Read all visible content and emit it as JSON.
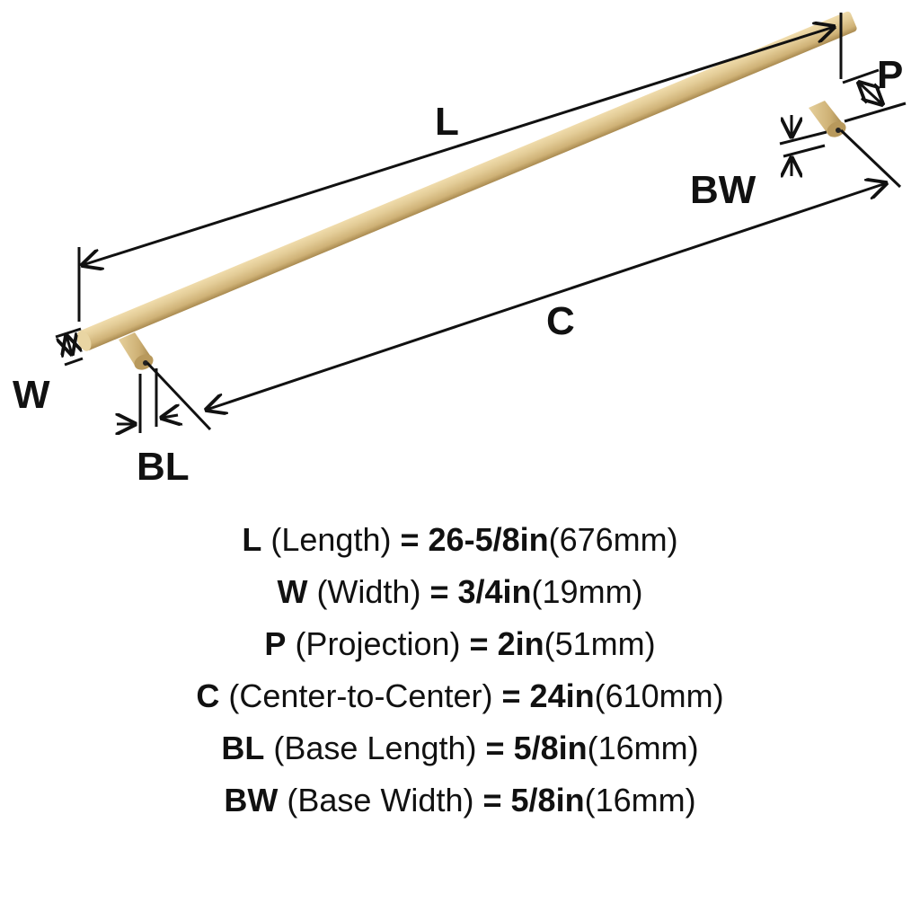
{
  "colors": {
    "bar_light": "#e3cc97",
    "bar_mid": "#cfb277",
    "bar_dark": "#a98a50",
    "line": "#111111",
    "background": "#ffffff"
  },
  "diagram": {
    "labels": {
      "L": "L",
      "P": "P",
      "BW": "BW",
      "C": "C",
      "W": "W",
      "BL": "BL"
    }
  },
  "specs": [
    {
      "code": "L",
      "name": "(Length)",
      "eq": "=",
      "imperial": "26-5/8in",
      "metric": "(676mm)"
    },
    {
      "code": "W",
      "name": "(Width)",
      "eq": "=",
      "imperial": "3/4in",
      "metric": "(19mm)"
    },
    {
      "code": "P",
      "name": "(Projection)",
      "eq": "=",
      "imperial": "2in",
      "metric": "(51mm)"
    },
    {
      "code": "C",
      "name": "(Center-to-Center)",
      "eq": "=",
      "imperial": "24in",
      "metric": "(610mm)"
    },
    {
      "code": "BL",
      "name": "(Base Length)",
      "eq": "=",
      "imperial": "5/8in",
      "metric": "(16mm)"
    },
    {
      "code": "BW",
      "name": "(Base Width)",
      "eq": "=",
      "imperial": "5/8in",
      "metric": "(16mm)"
    }
  ]
}
